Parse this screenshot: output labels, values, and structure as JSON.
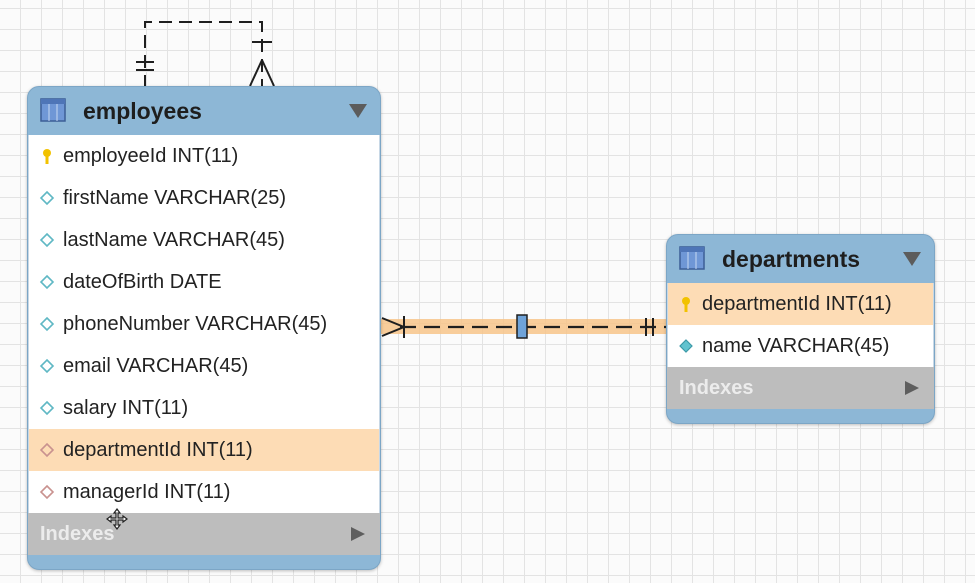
{
  "colors": {
    "header": "#8db7d6",
    "highlight_row": "#fddcb5",
    "relationship_line": "#1f1f1f",
    "relationship_highlight": "#f7c48a",
    "indexes_bar": "#bdbdbd"
  },
  "entities": [
    {
      "name": "employees",
      "fields": [
        {
          "label": "employeeId INT(11)",
          "icon": "primary-key-icon"
        },
        {
          "label": "firstName VARCHAR(25)",
          "icon": "column-diamond-icon"
        },
        {
          "label": "lastName VARCHAR(45)",
          "icon": "column-diamond-icon"
        },
        {
          "label": "dateOfBirth DATE",
          "icon": "column-diamond-icon"
        },
        {
          "label": "phoneNumber VARCHAR(45)",
          "icon": "column-diamond-icon"
        },
        {
          "label": "email VARCHAR(45)",
          "icon": "column-diamond-icon"
        },
        {
          "label": "salary INT(11)",
          "icon": "column-diamond-icon"
        },
        {
          "label": "departmentId INT(11)",
          "icon": "foreign-key-diamond-icon",
          "highlighted": true
        },
        {
          "label": "managerId INT(11)",
          "icon": "foreign-key-diamond-icon"
        }
      ],
      "indexes_label": "Indexes"
    },
    {
      "name": "departments",
      "fields": [
        {
          "label": "departmentId INT(11)",
          "icon": "primary-key-icon",
          "highlighted": true
        },
        {
          "label": "name VARCHAR(45)",
          "icon": "column-filled-diamond-icon"
        }
      ],
      "indexes_label": "Indexes"
    }
  ],
  "relationships": [
    {
      "from": "employees",
      "to": "employees",
      "type": "self-reference",
      "cardinality": "one-to-many",
      "style": "dashed"
    },
    {
      "from": "employees",
      "to": "departments",
      "type": "foreign-key",
      "cardinality": "many-to-one",
      "style": "dashed",
      "highlighted": true
    }
  ]
}
